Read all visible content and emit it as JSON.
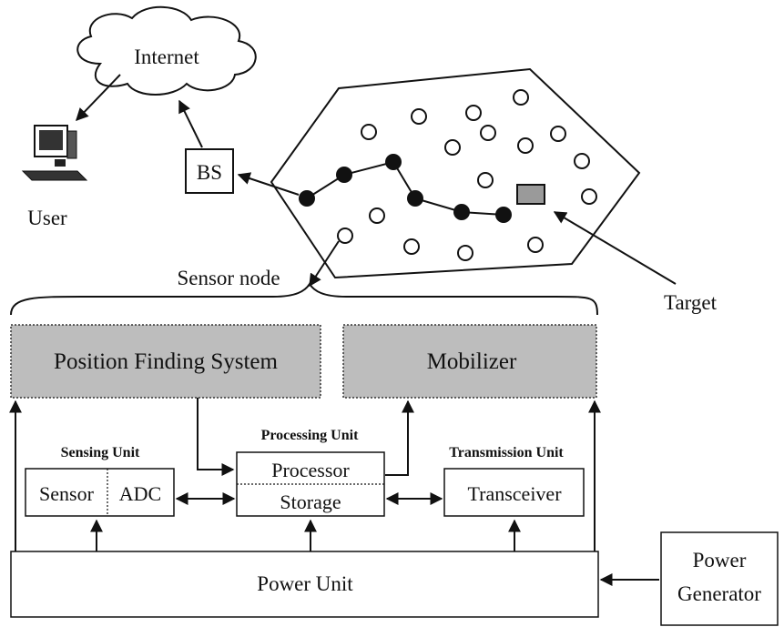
{
  "labels": {
    "internet": "Internet",
    "user": "User",
    "bs": "BS",
    "sensor_node": "Sensor node",
    "target": "Target"
  },
  "blocks": {
    "position_finding_system": "Position Finding System",
    "mobilizer": "Mobilizer",
    "sensing_unit": "Sensing Unit",
    "sensor": "Sensor",
    "adc": "ADC",
    "processing_unit": "Processing Unit",
    "processor": "Processor",
    "storage": "Storage",
    "transmission_unit": "Transmission Unit",
    "transceiver": "Transceiver",
    "power_unit": "Power Unit",
    "power_generator_line1": "Power",
    "power_generator_line2": "Generator"
  },
  "colors": {
    "shaded_block": "#bdbdbd",
    "ink": "#111111",
    "target_fill": "#9a9a9a"
  },
  "icons": {
    "user_computer": "computer-icon",
    "internet_cloud": "cloud-icon"
  }
}
